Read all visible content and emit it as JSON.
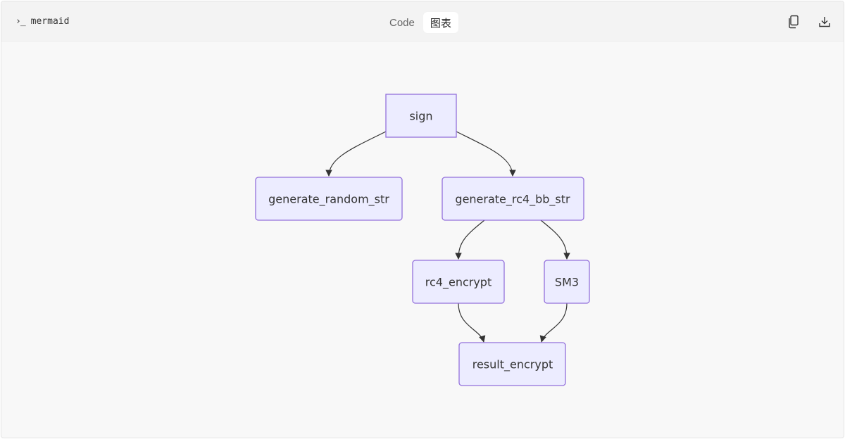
{
  "toolbar": {
    "language_label": "mermaid",
    "prompt_glyph": "›_",
    "tabs": [
      {
        "label": "Code",
        "active": false
      },
      {
        "label": "图表",
        "active": true
      }
    ],
    "actions": [
      "copy-icon",
      "download-icon"
    ]
  },
  "diagram": {
    "type": "flowchart",
    "direction": "TD",
    "nodes": [
      {
        "id": "sign",
        "label": "sign",
        "shape": "rect"
      },
      {
        "id": "generate_random_str",
        "label": "generate_random_str",
        "shape": "round-rect"
      },
      {
        "id": "generate_rc4_bb_str",
        "label": "generate_rc4_bb_str",
        "shape": "round-rect"
      },
      {
        "id": "rc4_encrypt",
        "label": "rc4_encrypt",
        "shape": "round-rect"
      },
      {
        "id": "SM3",
        "label": "SM3",
        "shape": "round-rect"
      },
      {
        "id": "result_encrypt",
        "label": "result_encrypt",
        "shape": "round-rect"
      }
    ],
    "edges": [
      {
        "from": "sign",
        "to": "generate_random_str"
      },
      {
        "from": "sign",
        "to": "generate_rc4_bb_str"
      },
      {
        "from": "generate_rc4_bb_str",
        "to": "rc4_encrypt"
      },
      {
        "from": "generate_rc4_bb_str",
        "to": "SM3"
      },
      {
        "from": "rc4_encrypt",
        "to": "result_encrypt"
      },
      {
        "from": "SM3",
        "to": "result_encrypt"
      }
    ],
    "colors": {
      "node_fill": "#ececff",
      "node_stroke": "#9370db",
      "edge": "#333333"
    }
  }
}
